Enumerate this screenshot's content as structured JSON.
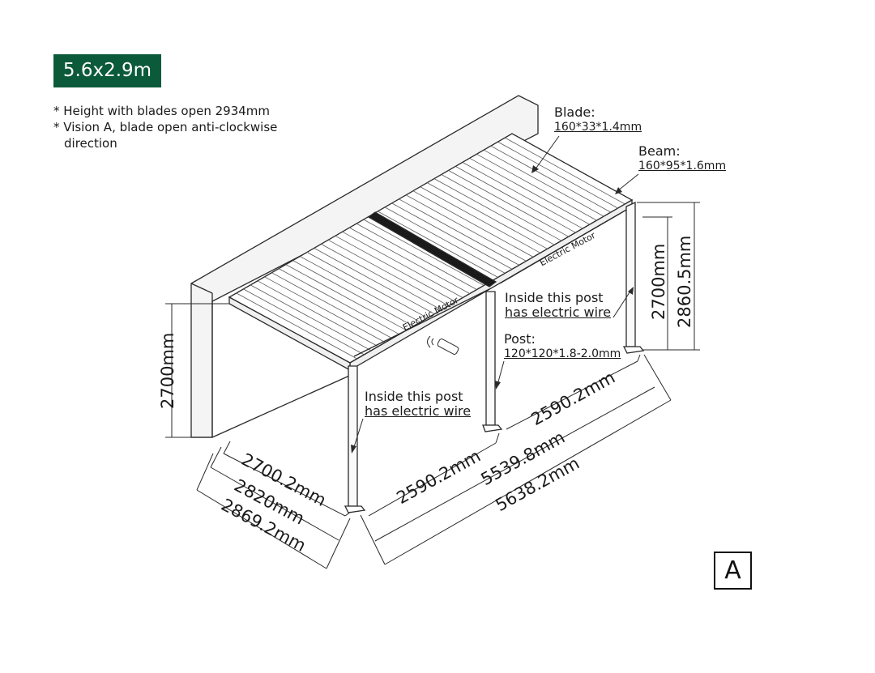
{
  "size_badge": "5.6x2.9m",
  "notes": [
    "* Height with blades open 2934mm",
    "* Vision A, blade open anti-clockwise direction"
  ],
  "labels": {
    "blade_title": "Blade:",
    "blade_spec": "160*33*1.4mm",
    "beam_title": "Beam:",
    "beam_spec": "160*95*1.6mm",
    "post_title": "Post:",
    "post_spec": "120*120*1.8-2.0mm",
    "wire_note_right_1": "Inside this post",
    "wire_note_right_2": "has electric wire",
    "wire_note_front_1": "Inside this post",
    "wire_note_front_2": "has electric wire",
    "motor_front": "Electric Motor",
    "motor_back": "Electric Motor"
  },
  "dimensions": {
    "height_left": "2700mm",
    "height_right_inner": "2700mm",
    "height_right_outer": "2860.5mm",
    "depth_inner": "2700.2mm",
    "depth_mid": "2820mm",
    "depth_outer": "2869.2mm",
    "span_front": "2590.2mm",
    "span_back": "2590.2mm",
    "length_inner": "5539.8mm",
    "length_outer": "5638.2mm"
  },
  "vision_label": "A",
  "colors": {
    "badge": "#0b5a3a",
    "line": "#2a2a2a",
    "fill": "#f4f4f4"
  }
}
